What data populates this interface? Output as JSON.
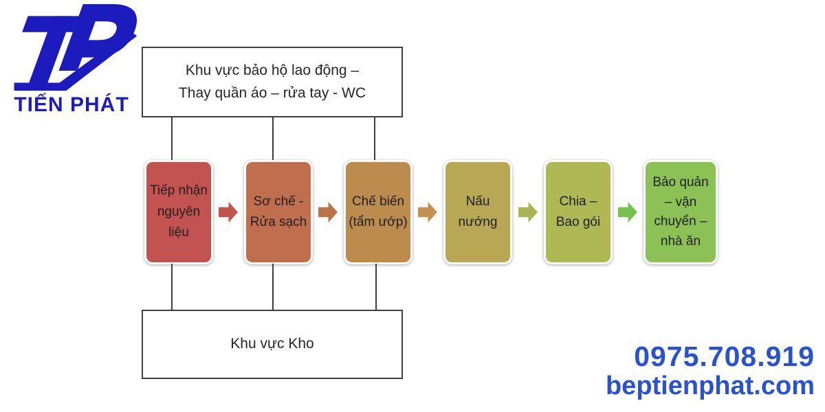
{
  "logo": {
    "monogram": "TP",
    "name": "TIẾN PHÁT",
    "color": "#1C1CBE"
  },
  "diagram": {
    "top_box": "Khu vực bảo hộ lao động –\nThay quần áo – rửa tay - WC",
    "bottom_box": "Khu vực Kho",
    "steps": [
      {
        "label": "Tiếp nhận\nnguyên\nliệu",
        "color": "#C35350"
      },
      {
        "label": "Sơ chế -\nRửa sạch",
        "color": "#C06F4E"
      },
      {
        "label": "Chế biến\n(tẩm ướp)",
        "color": "#BC8B4E"
      },
      {
        "label": "Nấu\nnướng",
        "color": "#B8A855"
      },
      {
        "label": "Chia –\nBao gói",
        "color": "#AEB854"
      },
      {
        "label": "Bảo quản\n– vận\nchuyển –\nnhà ăn",
        "color": "#8CC155"
      }
    ],
    "arrow_colors": [
      "#C25450",
      "#BA7446",
      "#C49350",
      "#ABB454",
      "#76C14F"
    ],
    "line_color": "#3F3F3F"
  },
  "contact": {
    "phone": "0975.708.919",
    "website": "beptienphat.com",
    "color": "#2A52CF"
  }
}
